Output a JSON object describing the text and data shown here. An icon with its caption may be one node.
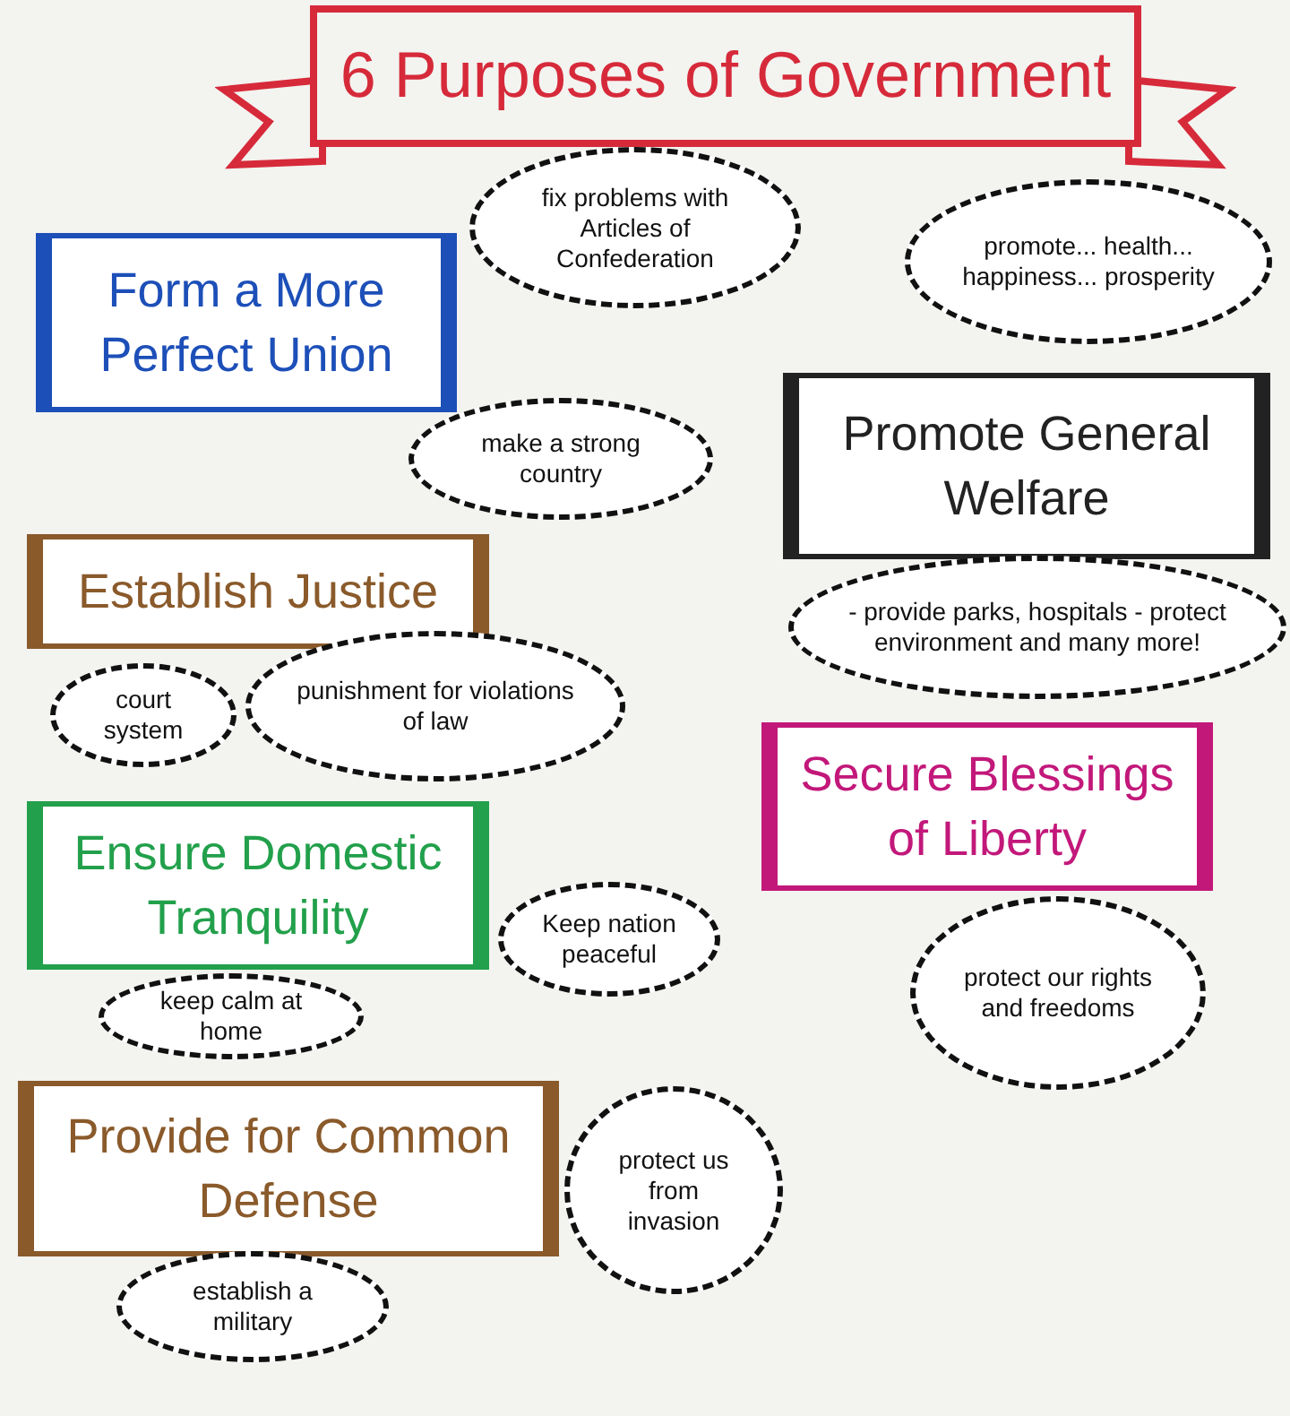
{
  "diagram": {
    "title": "6 Purposes of Government",
    "nodes": [
      {
        "text": [
          "Form a More Perfect Union"
        ]
      },
      {
        "text": [
          "fix problems with Articles of Confederation"
        ]
      },
      {
        "text": [
          "make a strong country"
        ]
      },
      {
        "text": [
          "promote... health... happiness... prosperity"
        ]
      },
      {
        "text": [
          "Promote General Welfare"
        ]
      },
      {
        "text": [
          "- provide parks, hospitals - protect environment and many more!"
        ]
      },
      {
        "text": [
          "Establish Justice"
        ]
      },
      {
        "text": [
          "court system"
        ]
      },
      {
        "text": [
          "punishment for violations of law"
        ]
      },
      {
        "text": [
          "Secure Blessings of Liberty"
        ]
      },
      {
        "text": [
          "Ensure Domestic Tranquility"
        ]
      },
      {
        "text": [
          "Keep nation peaceful"
        ]
      },
      {
        "text": [
          "keep calm at home"
        ]
      },
      {
        "text": [
          "protect our rights and freedoms"
        ]
      },
      {
        "text": [
          "Provide for Common Defense"
        ]
      },
      {
        "text": [
          "protect us from invasion"
        ]
      },
      {
        "text": [
          "establish a military"
        ]
      }
    ]
  }
}
